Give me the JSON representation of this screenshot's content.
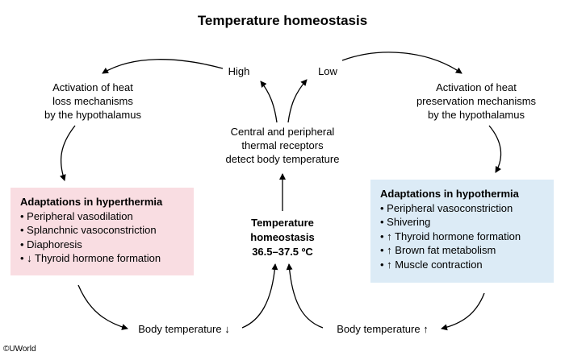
{
  "title": "Temperature homeostasis",
  "high_label": "High",
  "low_label": "Low",
  "left_mechanism": [
    "Activation of heat",
    "loss mechanisms",
    "by the hypothalamus"
  ],
  "right_mechanism": [
    "Activation of heat",
    "preservation mechanisms",
    "by the hypothalamus"
  ],
  "receptors": [
    "Central and peripheral",
    "thermal receptors",
    "detect body temperature"
  ],
  "center": [
    "Temperature",
    "homeostasis",
    "36.5–37.5 ºC"
  ],
  "hyperthermia": {
    "heading": "Adaptations in hyperthermia",
    "items": [
      "• Peripheral vasodilation",
      "• Splanchnic vasoconstriction",
      "• Diaphoresis",
      "• ↓ Thyroid hormone formation"
    ],
    "color": "#f9dde2"
  },
  "hypothermia": {
    "heading": "Adaptations in hypothermia",
    "items": [
      "• Peripheral vasoconstriction",
      "• Shivering",
      "• ↑ Thyroid hormone formation",
      "• ↑ Brown fat metabolism",
      "• ↑ Muscle contraction"
    ],
    "color": "#dcebf6"
  },
  "body_temp_down": "Body temperature ↓",
  "body_temp_up": "Body temperature ↑",
  "copyright": "©UWorld"
}
